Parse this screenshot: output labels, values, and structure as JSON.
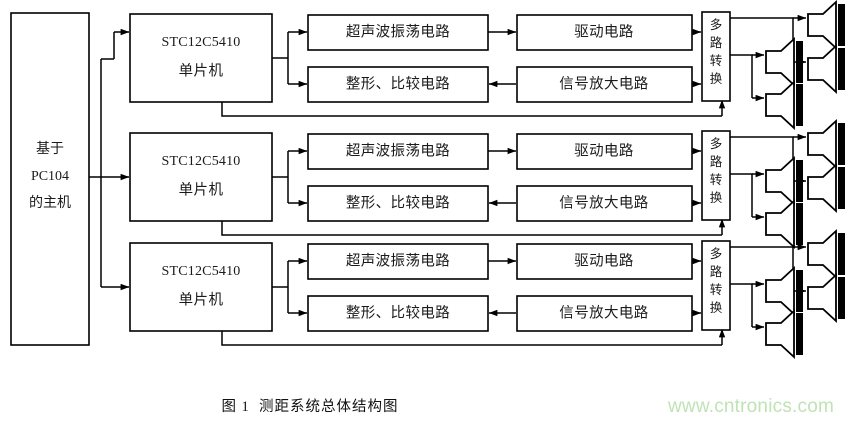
{
  "figure": {
    "caption_prefix": "图",
    "caption_number": "1",
    "caption_title": "测距系统总体结构图",
    "caption_full": "图 1  测距系统总体结构图",
    "watermark": "www.cntronics.com",
    "watermark_color": "#bfe3b4",
    "line_color": "#000000",
    "box_fill": "#ffffff",
    "background": "#ffffff"
  },
  "host": {
    "line1": "基于",
    "line2": "PC104",
    "line3": "的主机"
  },
  "mcu": {
    "line1": "STC12C5410",
    "line2": "单片机"
  },
  "blocks": {
    "oscillator": "超声波振荡电路",
    "shaping": "整形、比较电路",
    "driver": "驱动电路",
    "amplifier": "信号放大电路"
  },
  "mux": {
    "chars": [
      "多",
      "路",
      "转",
      "换"
    ],
    "c0": "多",
    "c1": "路",
    "c2": "转",
    "c3": "换"
  },
  "channels": [
    {
      "index": 1,
      "mcu": "STC12C5410 单片机",
      "oscillator": "超声波振荡电路",
      "shaping": "整形、比较电路",
      "driver": "驱动电路",
      "amplifier": "信号放大电路",
      "mux": "多路转换",
      "transducer_count": 4
    },
    {
      "index": 2,
      "mcu": "STC12C5410 单片机",
      "oscillator": "超声波振荡电路",
      "shaping": "整形、比较电路",
      "driver": "驱动电路",
      "amplifier": "信号放大电路",
      "mux": "多路转换",
      "transducer_count": 4
    },
    {
      "index": 3,
      "mcu": "STC12C5410 单片机",
      "oscillator": "超声波振荡电路",
      "shaping": "整形、比较电路",
      "driver": "驱动电路",
      "amplifier": "信号放大电路",
      "mux": "多路转换",
      "transducer_count": 4
    }
  ]
}
